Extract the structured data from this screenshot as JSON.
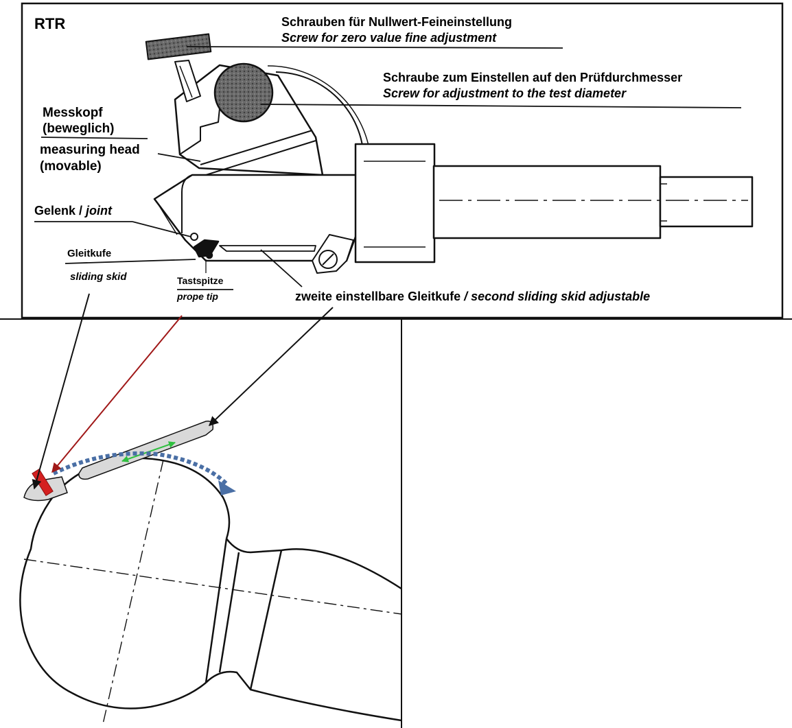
{
  "labels": {
    "rtr": "RTR",
    "screw_zero_de": "Schrauben für Nullwert-Feineinstellung",
    "screw_zero_en": "Screw for zero value fine adjustment",
    "screw_diam_de": "Schraube zum Einstellen auf den Prüfdurchmesser",
    "screw_diam_en": "Screw for adjustment to the test diameter",
    "head_de_1": "Messkopf",
    "head_de_2": "(beweglich)",
    "head_en_1": "measuring head",
    "head_en_2": "(movable)",
    "joint_de": "Gelenk / ",
    "joint_en": "joint",
    "skid_de": "Gleitkufe",
    "skid_en": "sliding skid",
    "tip_de": "Tastspitze",
    "tip_en": "prope tip",
    "second_skid_de": "zweite einstellbare Gleitkufe ",
    "second_skid_en": " / second sliding skid adjustable"
  },
  "colors": {
    "line": "#111111",
    "tip_red": "#d42020",
    "arrow_red": "#a01818",
    "path_blue": "#4a6fa5",
    "skid_gray": "#d9d9d9",
    "move_green": "#2fbf3f",
    "knob_gray": "#5a5a5a"
  }
}
